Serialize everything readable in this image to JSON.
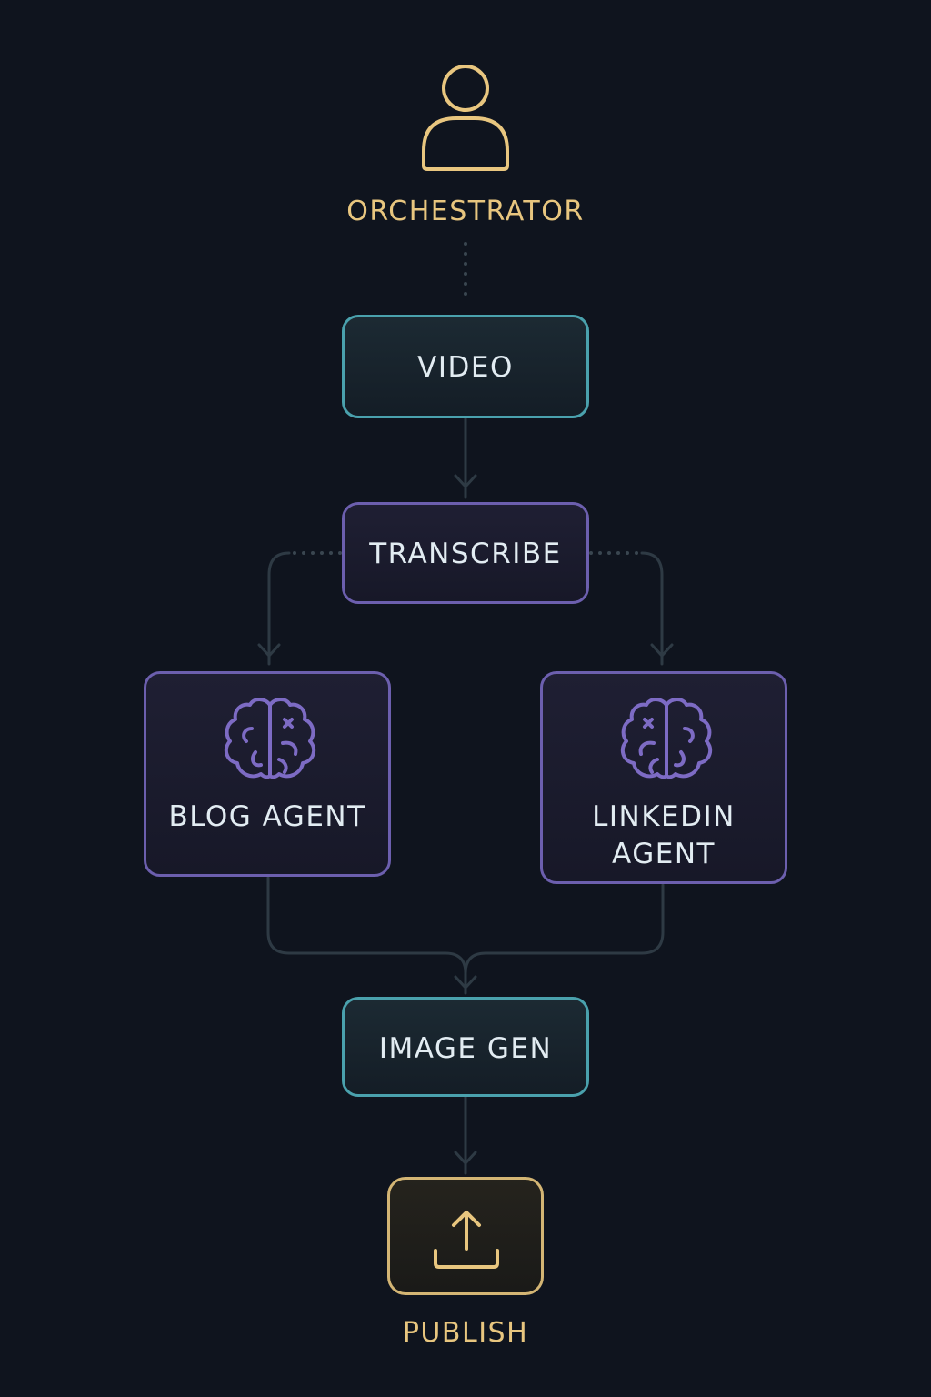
{
  "nodes": {
    "orchestrator": {
      "label": "ORCHESTRATOR",
      "icon": "user-icon"
    },
    "video": {
      "label": "VIDEO"
    },
    "transcribe": {
      "label": "TRANSCRIBE"
    },
    "blog_agent": {
      "label": "BLOG AGENT",
      "icon": "brain-icon"
    },
    "linkedin_agent": {
      "label_line1": "LINKEDIN",
      "label_line2": "AGENT",
      "icon": "brain-icon"
    },
    "image_gen": {
      "label": "IMAGE GEN"
    },
    "publish": {
      "label": "PUBLISH",
      "icon": "upload-icon"
    }
  },
  "edges": [
    {
      "from": "orchestrator",
      "to": "video",
      "style": "dotted"
    },
    {
      "from": "video",
      "to": "transcribe",
      "style": "arrow"
    },
    {
      "from": "transcribe",
      "to": "blog_agent",
      "style": "dotted-then-arrow"
    },
    {
      "from": "transcribe",
      "to": "linkedin_agent",
      "style": "dotted-then-arrow"
    },
    {
      "from": "blog_agent",
      "to": "image_gen",
      "style": "merge-arrow"
    },
    {
      "from": "linkedin_agent",
      "to": "image_gen",
      "style": "merge-arrow"
    },
    {
      "from": "image_gen",
      "to": "publish",
      "style": "arrow"
    }
  ],
  "colors": {
    "background": "#0f141e",
    "gold": "#e8c67f",
    "teal": "#4aa1ad",
    "purple": "#6c5fae",
    "connector": "#2e3a44",
    "text": "#e2ecf2"
  }
}
